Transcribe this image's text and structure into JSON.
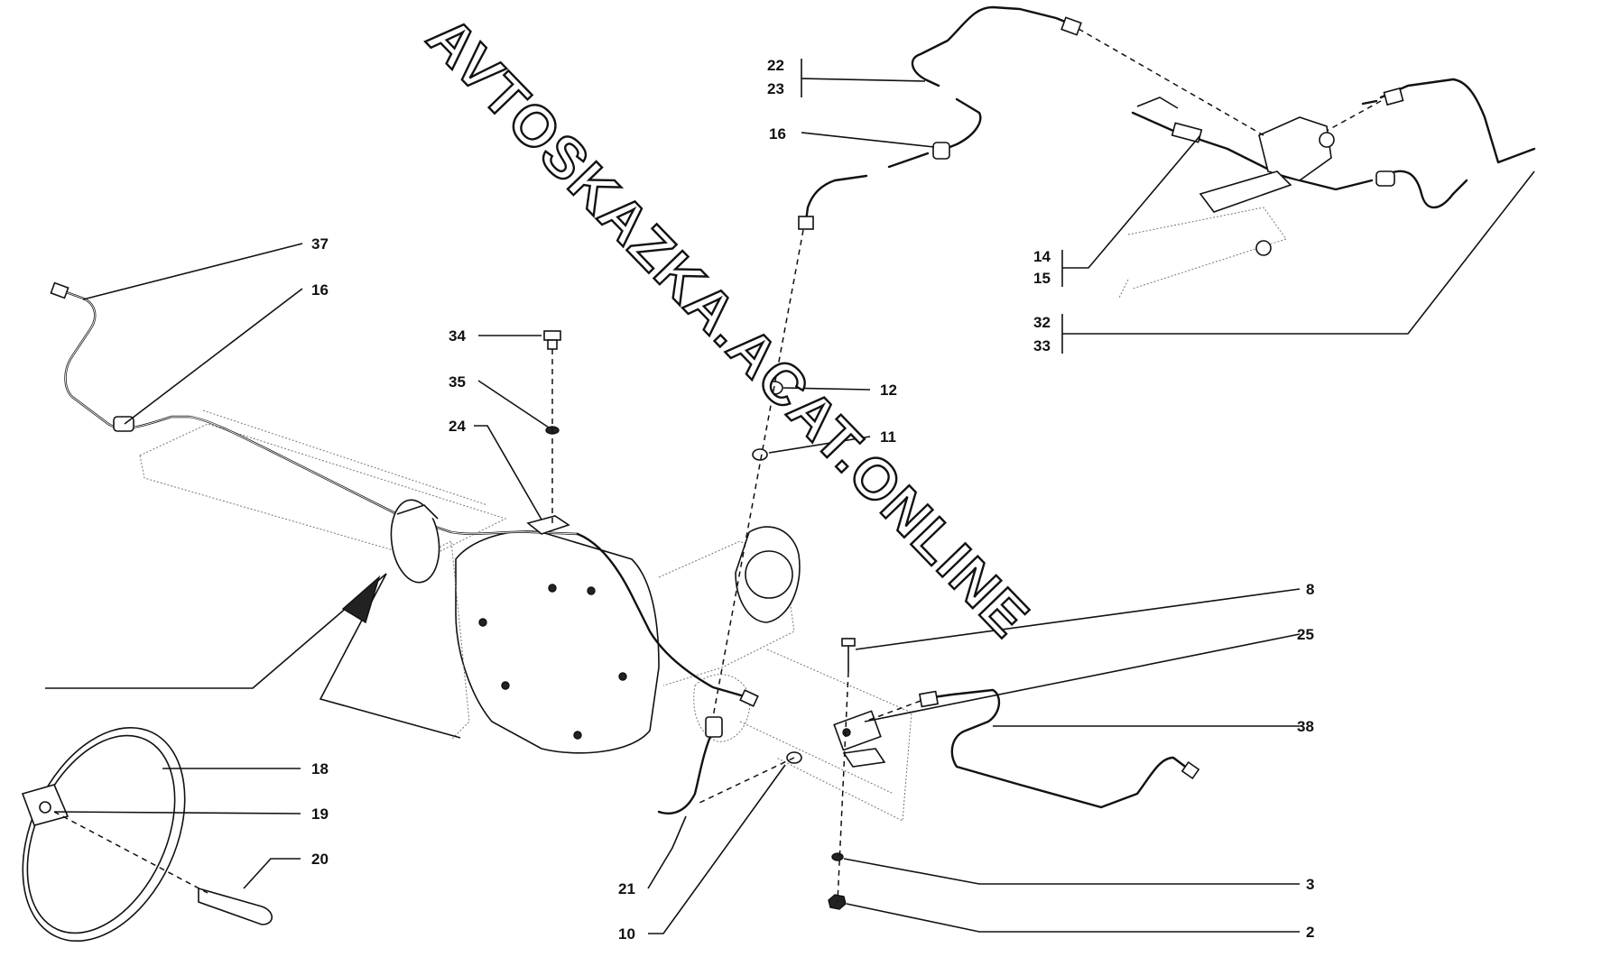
{
  "watermark": "AVTOSKAZKA.ACAT.ONLINE",
  "callouts": {
    "c37": "37",
    "c16a": "16",
    "c34": "34",
    "c35": "35",
    "c24": "24",
    "c22": "22",
    "c23": "23",
    "c16b": "16",
    "c12": "12",
    "c11": "11",
    "c14": "14",
    "c15": "15",
    "c32": "32",
    "c33": "33",
    "c8": "8",
    "c25": "25",
    "c38": "38",
    "c18": "18",
    "c19": "19",
    "c20": "20",
    "c21": "21",
    "c10": "10",
    "c3": "3",
    "c2": "2"
  }
}
